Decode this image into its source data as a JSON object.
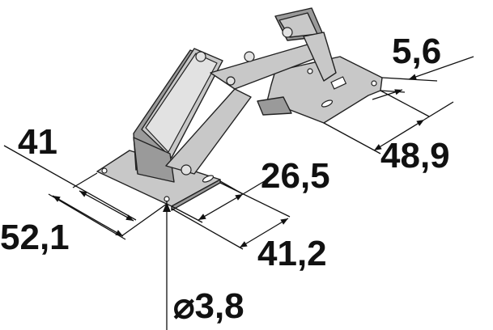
{
  "drawing": {
    "subject": "hinge",
    "dimensions": {
      "d1": "5,6",
      "d2": "48,9",
      "d3": "41",
      "d4": "26,5",
      "d5": "52,1",
      "d6": "41,2",
      "d7": "⌀3,8"
    },
    "colors": {
      "line": "#111111",
      "metal": "#c8c8c8",
      "metal_dark": "#9a9a9a"
    }
  }
}
